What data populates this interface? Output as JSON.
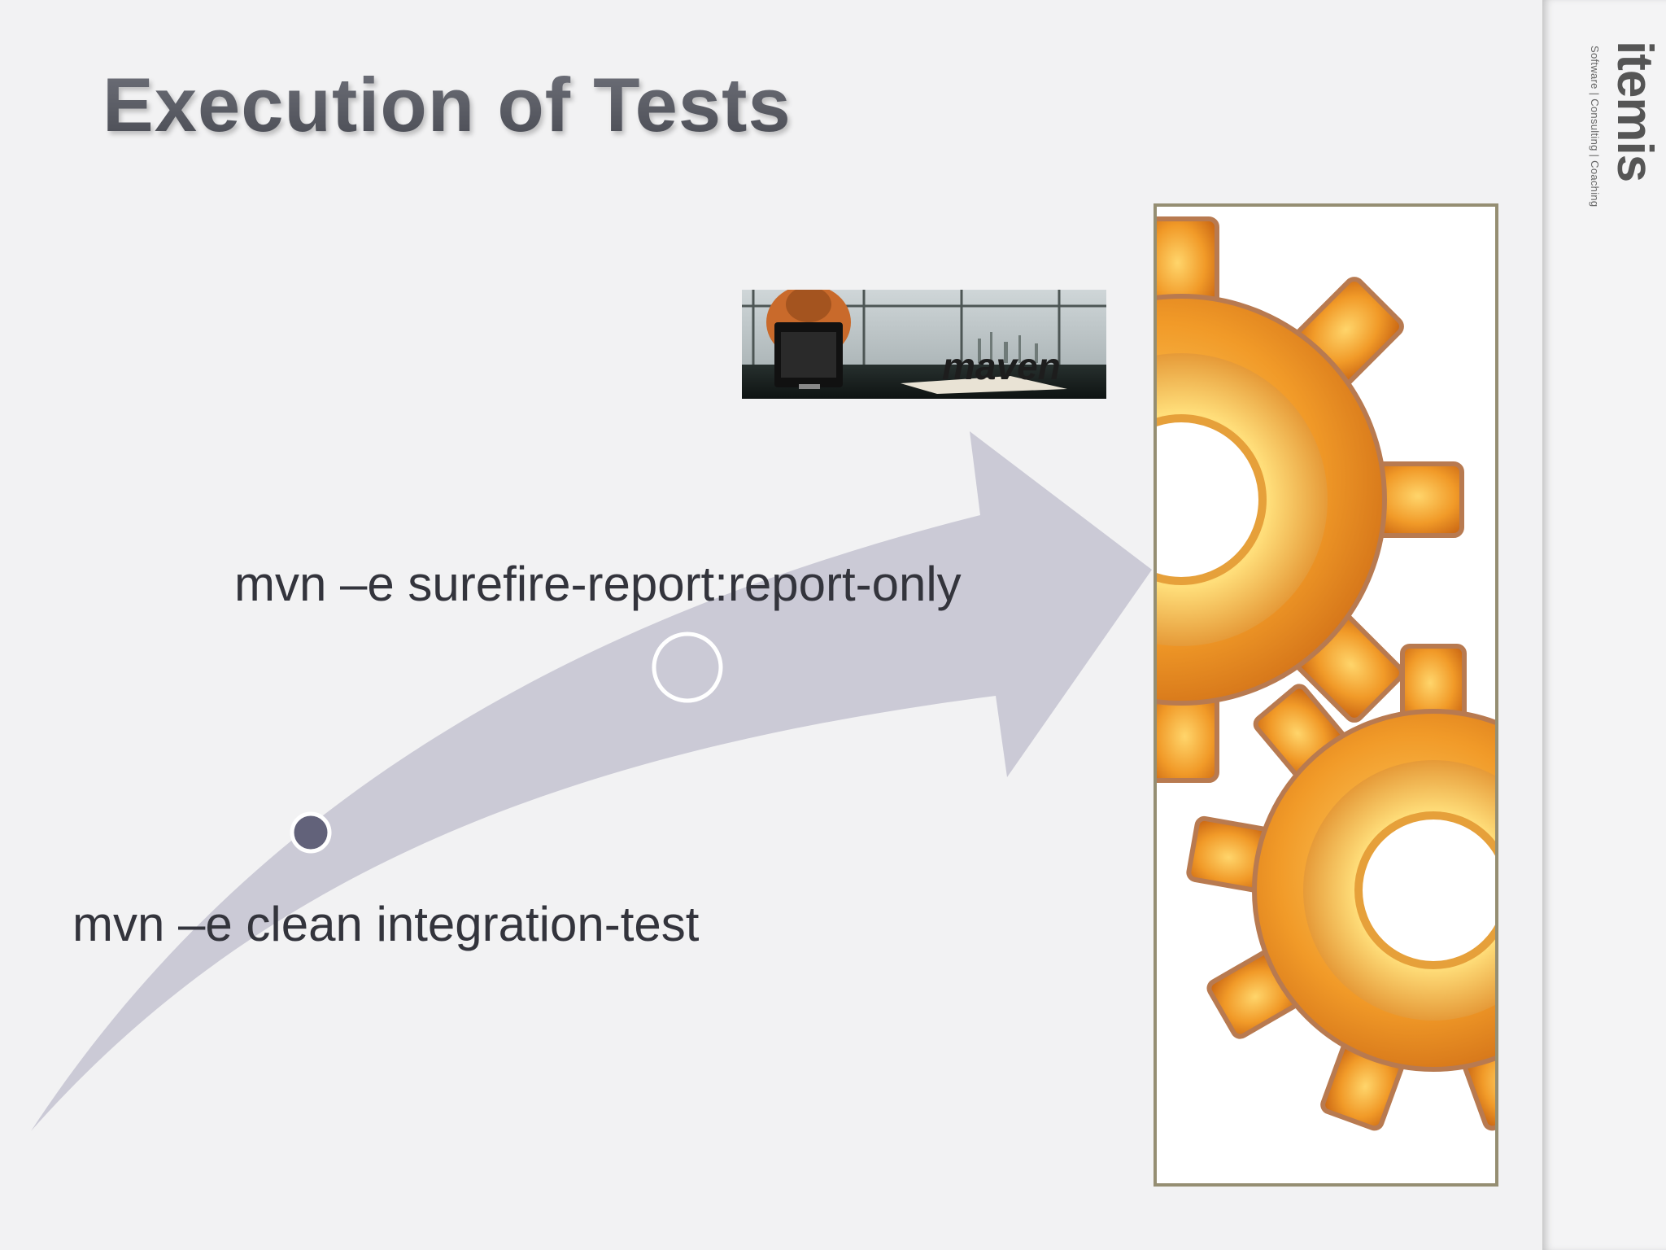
{
  "slide": {
    "title": "Execution of Tests",
    "steps": [
      {
        "command": "mvn –e clean integration-test",
        "marker": "filled"
      },
      {
        "command": "mvn –e surefire-report:report-only",
        "marker": "hollow"
      }
    ]
  },
  "branding": {
    "logo_text": "itemis",
    "tagline": "Software | Consulting | Coaching"
  },
  "maven_image": {
    "logo_text": "maven"
  },
  "colors": {
    "background": "#f2f2f3",
    "arrow": "#cbcad6",
    "title": "#5c5e66",
    "text": "#33343c",
    "marker_fill": "#62627a",
    "gear_orange": "#e8861a",
    "panel_border": "#958e72"
  }
}
